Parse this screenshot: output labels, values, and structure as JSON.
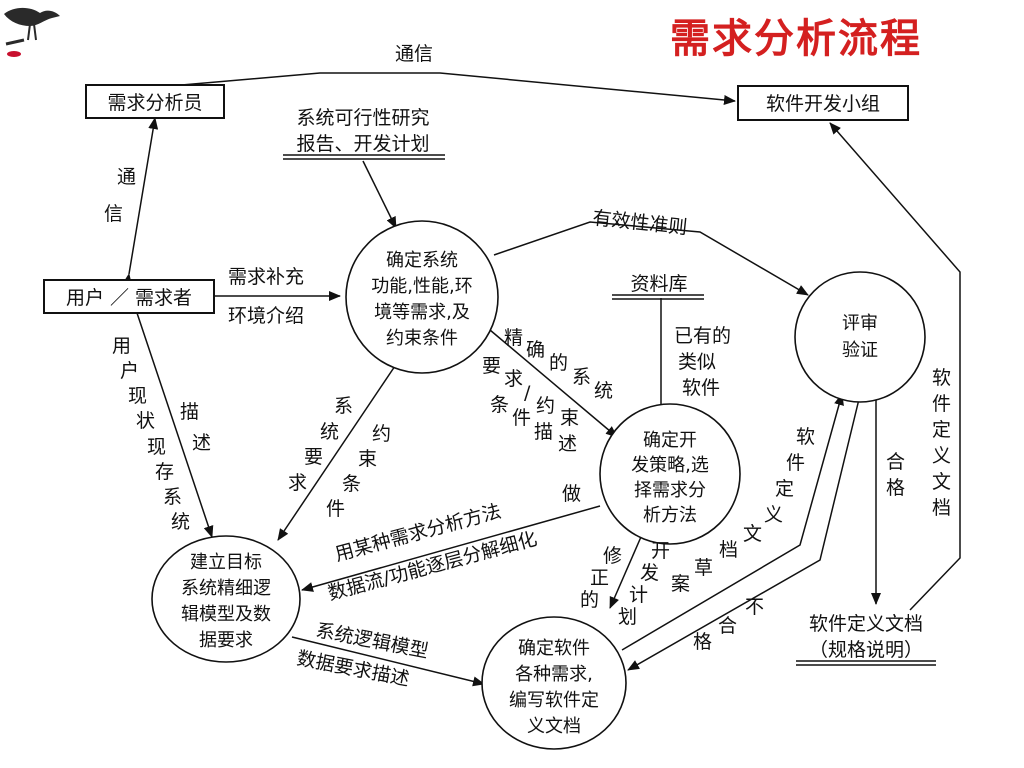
{
  "title": "需求分析流程",
  "colors": {
    "title": "#d42020",
    "line": "#111111",
    "background": "#ffffff"
  },
  "logo": "bird-on-branch",
  "boxes": {
    "analyst": "需求分析员",
    "dev_team": "软件开发小组",
    "user": "用户 ／ 需求者"
  },
  "documents": {
    "feasibility": [
      "系统可行性研究",
      "报告、开发计划"
    ],
    "database": "资料库",
    "spec_doc": [
      "软件定义文档",
      "（规格说明）"
    ]
  },
  "nodes": {
    "determine_system": [
      "确定系统",
      "功能,性能,环",
      "境等需求,及",
      "约束条件"
    ],
    "review": [
      "评审",
      "验证"
    ],
    "strategy": [
      "确定开",
      "发策略,选",
      "择需求分",
      "析方法"
    ],
    "target_model": [
      "建立目标",
      "系统精细逻",
      "辑模型及数",
      "据要求"
    ],
    "define_reqs": [
      "确定软件",
      "各种需求,",
      "编写软件定",
      "义文档"
    ]
  },
  "labels": {
    "comm_top": "通信",
    "comm_left": [
      "通",
      "信"
    ],
    "supplement": [
      "需求补充",
      "环境介绍"
    ],
    "criteria": "有效性准则",
    "similar_software": [
      "已有的",
      "类似",
      "软件"
    ],
    "current_system": [
      "用",
      "户",
      "现",
      "状",
      "现",
      "存",
      "系",
      "统"
    ],
    "describe": [
      "描",
      "述"
    ],
    "sys_req": [
      "系",
      "统",
      "要",
      "求"
    ],
    "constraint": [
      "约",
      "束",
      "条",
      "件"
    ],
    "precise": [
      "精",
      "确",
      "的",
      "系",
      "统"
    ],
    "req_constraint": [
      "要",
      "求",
      "/",
      "约",
      "束",
      "条",
      "件",
      "描",
      "述"
    ],
    "method_line1": "用某种需求分析方法",
    "method_line2": "做",
    "dataflow_line": "数据流/功能逐层分解细化",
    "revised": [
      "修",
      "正",
      "的"
    ],
    "dev_plan": [
      "开",
      "发",
      "计",
      "划"
    ],
    "draft": [
      "软",
      "件",
      "定",
      "义",
      "文",
      "档",
      "草",
      "案"
    ],
    "unqualified": [
      "不",
      "合",
      "格"
    ],
    "qualified": [
      "合",
      "格"
    ],
    "spec_doc_side": [
      "软",
      "件",
      "定",
      "义",
      "文",
      "档"
    ],
    "logic_model": "系统逻辑模型",
    "data_desc": "数据要求描述"
  }
}
